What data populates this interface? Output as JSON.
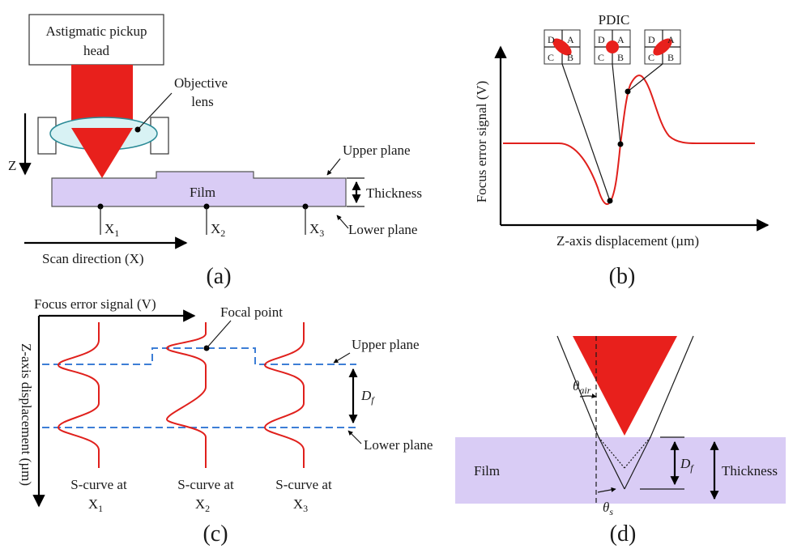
{
  "colors": {
    "beam_red": "#e8201c",
    "film_purple": "#d9ccf5",
    "lens_cyan": "#d8f2f4",
    "dash_blue": "#3d7ed6",
    "curve_red": "#e0201c"
  },
  "panel_a": {
    "pickup_head_line1": "Astigmatic pickup",
    "pickup_head_line2": "head",
    "objective_line1": "Objective",
    "objective_line2": "lens",
    "z_label": "Z",
    "upper_plane": "Upper plane",
    "film": "Film",
    "thickness": "Thickness",
    "lower_plane": "Lower plane",
    "x1": "X",
    "x1_sub": "1",
    "x2": "X",
    "x2_sub": "2",
    "x3": "X",
    "x3_sub": "3",
    "scan_direction": "Scan direction (X)",
    "caption": "(a)"
  },
  "panel_b": {
    "pdic": "PDIC",
    "quadrant_letters": [
      "D",
      "A",
      "C",
      "B"
    ],
    "ylabel": "Focus error signal (V)",
    "xlabel": "Z-axis displacement (µm)",
    "caption": "(b)"
  },
  "panel_c": {
    "ylabel_top": "Focus error signal (V)",
    "ylabel_side": "Z-axis displacement (µm)",
    "focal_point": "Focal point",
    "upper_plane": "Upper plane",
    "lower_plane": "Lower plane",
    "df": "D",
    "df_sub": "f",
    "curve1_line1": "S-curve at",
    "curve1_line2": "X",
    "curve1_sub": "1",
    "curve2_line1": "S-curve at",
    "curve2_line2": "X",
    "curve2_sub": "2",
    "curve3_line1": "S-curve at",
    "curve3_line2": "X",
    "curve3_sub": "3",
    "caption": "(c)"
  },
  "panel_d": {
    "theta_air": "θ",
    "theta_air_sub": "air",
    "film": "Film",
    "df": "D",
    "df_sub": "f",
    "thickness": "Thickness",
    "theta_s": "θ",
    "theta_s_sub": "s",
    "caption": "(d)"
  }
}
